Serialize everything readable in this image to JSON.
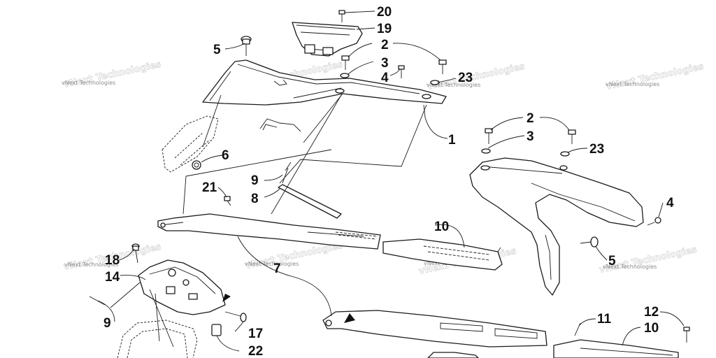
{
  "watermark": "vNext Technologies",
  "callouts": [
    {
      "id": "c20",
      "label": "20"
    },
    {
      "id": "c19",
      "label": "19"
    },
    {
      "id": "c5a",
      "label": "5"
    },
    {
      "id": "c2a",
      "label": "2"
    },
    {
      "id": "c3a",
      "label": "3"
    },
    {
      "id": "c4a",
      "label": "4"
    },
    {
      "id": "c23a",
      "label": "23"
    },
    {
      "id": "c1",
      "label": "1"
    },
    {
      "id": "c2b",
      "label": "2"
    },
    {
      "id": "c3b",
      "label": "3"
    },
    {
      "id": "c23b",
      "label": "23"
    },
    {
      "id": "c6",
      "label": "6"
    },
    {
      "id": "c9a",
      "label": "9"
    },
    {
      "id": "c8",
      "label": "8"
    },
    {
      "id": "c21",
      "label": "21"
    },
    {
      "id": "c4b",
      "label": "4"
    },
    {
      "id": "c10a",
      "label": "10"
    },
    {
      "id": "c5b",
      "label": "5"
    },
    {
      "id": "c18",
      "label": "18"
    },
    {
      "id": "c14",
      "label": "14"
    },
    {
      "id": "c7",
      "label": "7"
    },
    {
      "id": "c9b",
      "label": "9"
    },
    {
      "id": "c17",
      "label": "17"
    },
    {
      "id": "c22",
      "label": "22"
    },
    {
      "id": "c11",
      "label": "11"
    },
    {
      "id": "c12",
      "label": "12"
    },
    {
      "id": "c10b",
      "label": "10"
    }
  ]
}
